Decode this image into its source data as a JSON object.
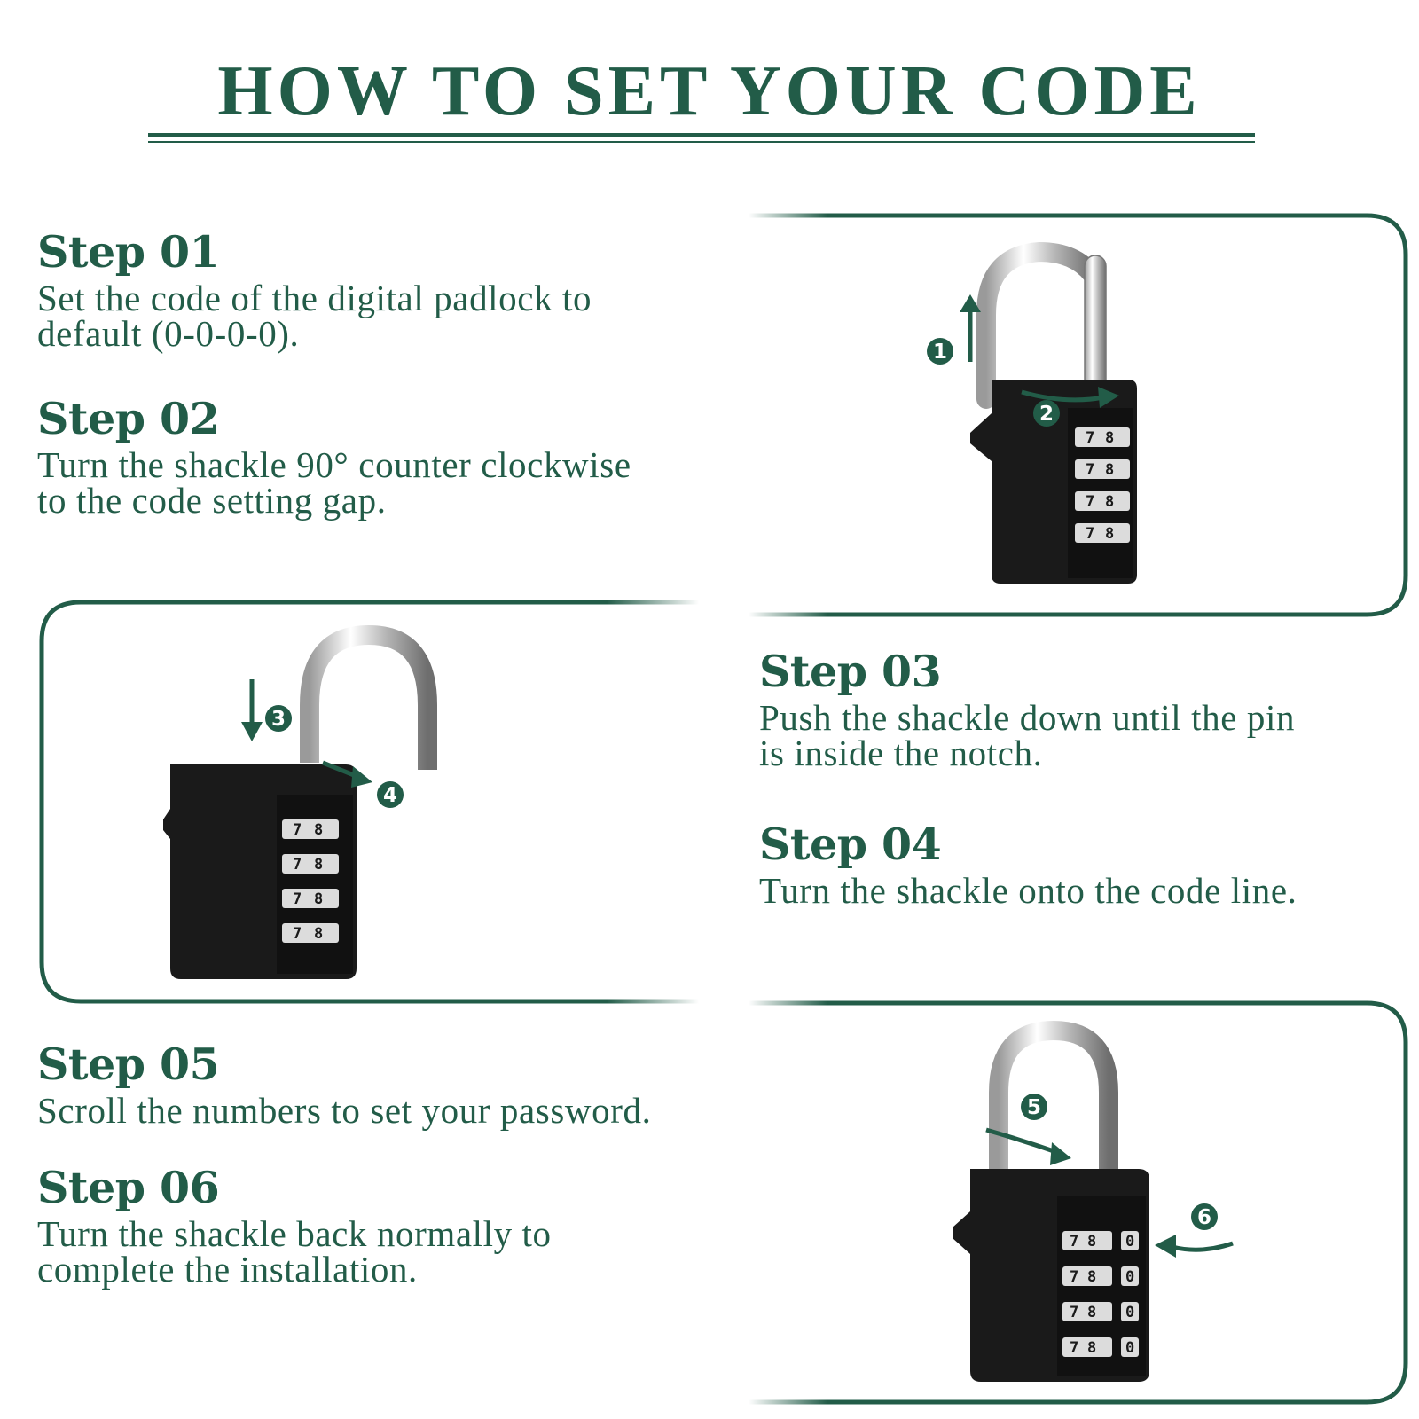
{
  "title": "HOW TO SET YOUR CODE",
  "colors": {
    "accent": "#225c48",
    "lock_body": "#1a1a1a",
    "shackle": "#c8c8c8"
  },
  "steps": [
    {
      "heading": "Step 01",
      "text_lines": [
        "Set the code of the digital padlock to",
        "default (0-0-0-0)."
      ]
    },
    {
      "heading": "Step 02",
      "text_lines": [
        "Turn the shackle 90° counter clockwise",
        "to the code setting gap."
      ]
    },
    {
      "heading": "Step 03",
      "text_lines": [
        "Push the shackle down until the pin",
        "is inside the notch."
      ]
    },
    {
      "heading": "Step 04",
      "text_lines": [
        "Turn the shackle onto the code line."
      ]
    },
    {
      "heading": "Step 05",
      "text_lines": [
        "Scroll the numbers to set your password."
      ]
    },
    {
      "heading": "Step 06",
      "text_lines": [
        "Turn the shackle back normally to",
        "complete the installation."
      ]
    }
  ],
  "markers": [
    "1",
    "2",
    "3",
    "4",
    "5",
    "6"
  ],
  "dial_digits": {
    "a": "7",
    "b": "8",
    "c": "0"
  },
  "icons": {
    "panel1": [
      "padlock-icon",
      "arrow-up-icon",
      "arrow-right-icon"
    ],
    "panel2": [
      "padlock-open-icon",
      "arrow-down-icon",
      "arrow-right-icon"
    ],
    "panel3": [
      "padlock-icon",
      "arrow-right-icon",
      "arrow-left-icon"
    ]
  }
}
